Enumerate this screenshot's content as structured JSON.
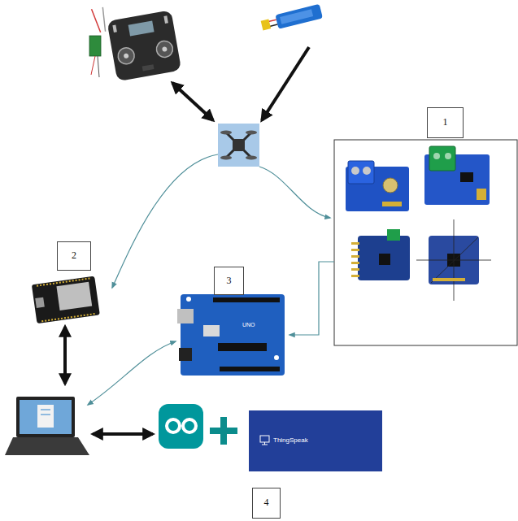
{
  "diagram": {
    "nodes": [
      {
        "text": [
          "1"
        ]
      },
      {
        "text": [
          "2"
        ]
      },
      {
        "text": [
          "3"
        ]
      },
      {
        "text": [
          "ThingSpeak"
        ]
      },
      {
        "text": [
          "4"
        ]
      }
    ],
    "labels": [
      "UNO"
    ]
  }
}
